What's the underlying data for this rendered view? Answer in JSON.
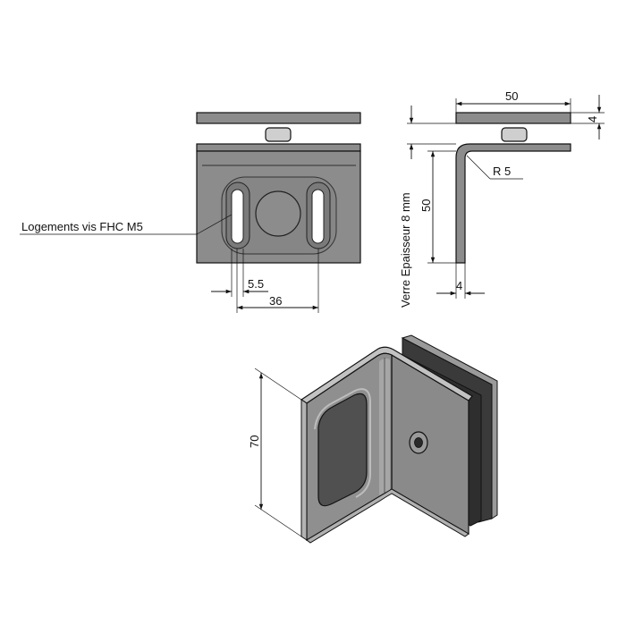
{
  "labels": {
    "slot_callout": "Logements vis FHC M5",
    "glass_thickness": "Verre Epaisseur  8  mm",
    "radius": "R 5"
  },
  "dimensions": {
    "slot_width": "5.5",
    "slot_span": "36",
    "top_width": "50",
    "plate_thickness": "4",
    "side_height": "50",
    "side_thickness": "4",
    "iso_height": "70"
  },
  "colors": {
    "metal": "#8c8c8c",
    "metal_dark": "#6e6e6e",
    "metal_light": "#b3b3b3",
    "rubber": "#3a3a3a",
    "outline": "#111111"
  }
}
